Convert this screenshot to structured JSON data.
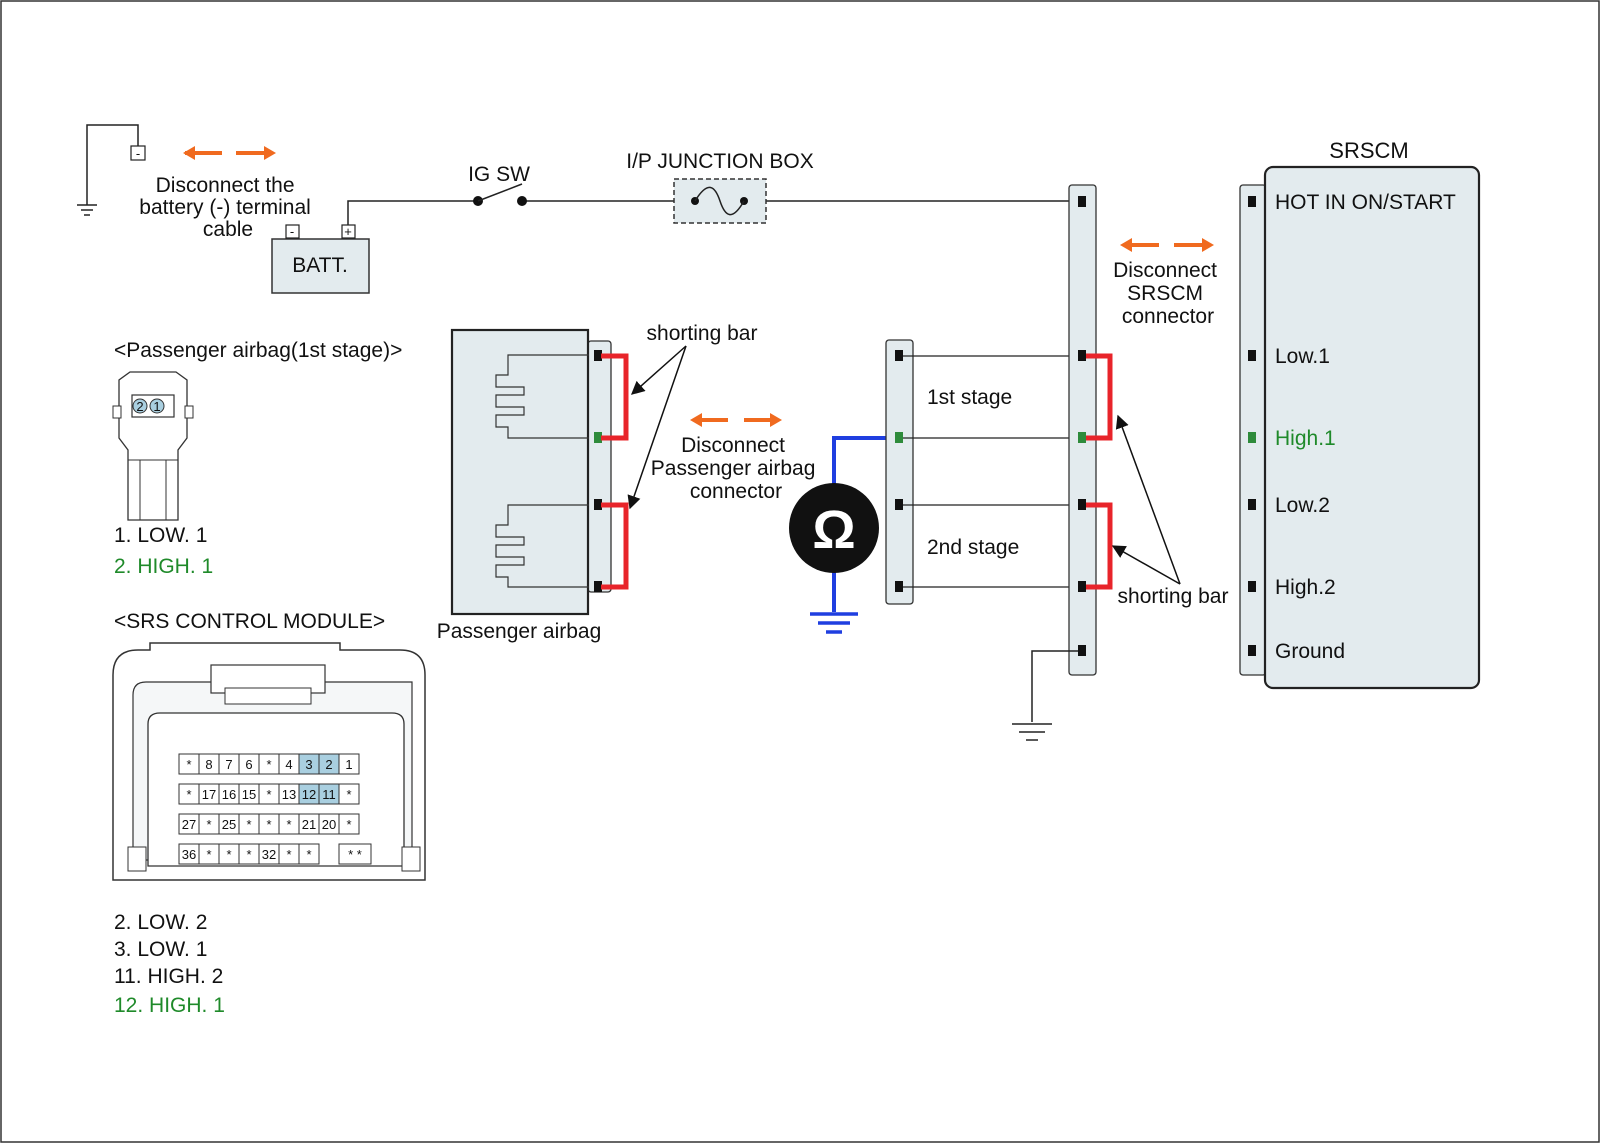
{
  "labels": {
    "battery_disconnect": [
      "Disconnect the",
      "battery (-) terminal",
      "cable"
    ],
    "batt": "BATT.",
    "minus": "-",
    "plus": "+",
    "ig_sw": "IG SW",
    "junction_box": "I/P JUNCTION BOX",
    "srscm_title": "SRSCM",
    "srscm_disconnect": [
      "Disconnect",
      "SRSCM",
      "connector"
    ],
    "pab_disconnect": [
      "Disconnect",
      "Passenger airbag",
      "connector"
    ],
    "shorting_bar_top": "shorting bar",
    "shorting_bar_right": "shorting bar",
    "stage1": "1st stage",
    "stage2": "2nd stage",
    "passenger_airbag": "Passenger airbag",
    "ohm": "Ω"
  },
  "srscm_pins": [
    {
      "label": "HOT IN ON/START",
      "highlight": false
    },
    {
      "label": "Low.1",
      "highlight": false
    },
    {
      "label": "High.1",
      "highlight": true
    },
    {
      "label": "Low.2",
      "highlight": false
    },
    {
      "label": "High.2",
      "highlight": false
    },
    {
      "label": "Ground",
      "highlight": false
    }
  ],
  "pab_connector": {
    "title": "<Passenger airbag(1st stage)>",
    "pins": [
      "2",
      "1"
    ],
    "legend": [
      {
        "text": "1. LOW. 1",
        "highlight": false
      },
      {
        "text": "2. HIGH. 1",
        "highlight": true
      }
    ]
  },
  "srs_module": {
    "title": "<SRS CONTROL MODULE>",
    "rows": [
      [
        "*",
        "8",
        "7",
        "6",
        "*",
        "4",
        "3",
        "2",
        "1"
      ],
      [
        "*",
        "17",
        "16",
        "15",
        "*",
        "13",
        "12",
        "11",
        "*"
      ],
      [
        "27",
        "*",
        "25",
        "*",
        "*",
        "*",
        "21",
        "20",
        "*"
      ],
      [
        "36",
        "*",
        "*",
        "*",
        "32",
        "*",
        "*",
        "",
        "* *"
      ]
    ],
    "highlighted_pins": [
      "3",
      "2",
      "12",
      "11"
    ],
    "legend": [
      {
        "text": "2. LOW. 2",
        "highlight": false
      },
      {
        "text": "3. LOW. 1",
        "highlight": false
      },
      {
        "text": "11. HIGH. 2",
        "highlight": false
      },
      {
        "text": "12. HIGH. 1",
        "highlight": true
      }
    ]
  },
  "colors": {
    "shorting_bar": "#e8242a",
    "arrow": "#f06a1f",
    "meter_lead": "#1f3ee0",
    "ground_symbol": "#1f3ee0",
    "highlight_text": "#1f8a2a",
    "connector_fill": "#e3ebee",
    "pin_highlight": "#a9cfe0"
  }
}
